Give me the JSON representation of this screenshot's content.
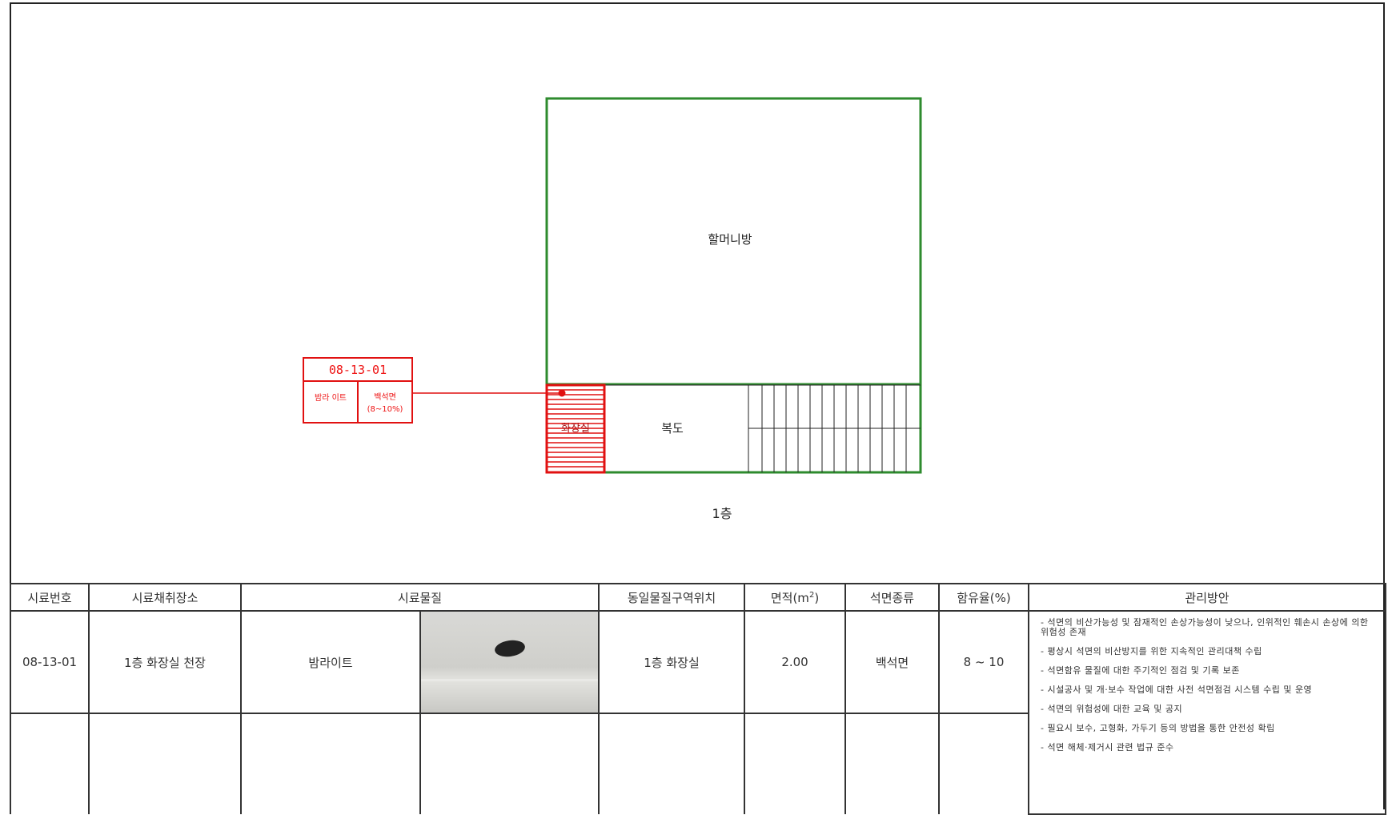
{
  "floor_plan": {
    "floor_label": "1층",
    "rooms": {
      "grandma_room": "할머니방",
      "hallway": "복도",
      "bathroom": "화장실"
    },
    "sample_tag": {
      "sample_no": "08-13-01",
      "material": "밤라 이트",
      "asbestos": "백석면",
      "content": "(8~10%)"
    },
    "colors": {
      "wall": "#2e8b2e",
      "asbestos_zone": "#e11111",
      "text": "#222222"
    }
  },
  "table": {
    "headers": {
      "sample_no": "시료번호",
      "sampling_place": "시료채취장소",
      "sample_material": "시료물질",
      "zone_location": "동일물질구역위치",
      "area": "면적(m",
      "area_sup": "2",
      "area_suffix": ")",
      "asbestos_type": "석면종류",
      "content": "함유율(%)",
      "management": "관리방안"
    },
    "rows": [
      {
        "sample_no": "08-13-01",
        "sampling_place": "1층 화장실 천장",
        "sample_material": "밤라이트",
        "zone_location": "1층 화장실",
        "area": "2.00",
        "asbestos_type": "백석면",
        "content": "8 ~ 10"
      }
    ],
    "management_items": [
      "- 석면의 비산가능성 및 잠재적인 손상가능성이 낮으나, 인위적인 훼손시 손상에 의한 위험성 존재",
      "- 평상시 석면의 비산방지를 위한 지속적인 관리대책 수립",
      "- 석면함유 물질에 대한 주기적인 점검 및 기록 보존",
      "- 시설공사 및 개·보수 작업에 대한 사전 석면점검 시스템 수립 및 운영",
      "- 석면의 위험성에 대한 교육 및 공지",
      "- 필요시 보수, 고형화, 가두기 등의 방법을 통한 안전성 확립",
      "- 석면 해체·제거시 관련 법규 준수"
    ]
  }
}
